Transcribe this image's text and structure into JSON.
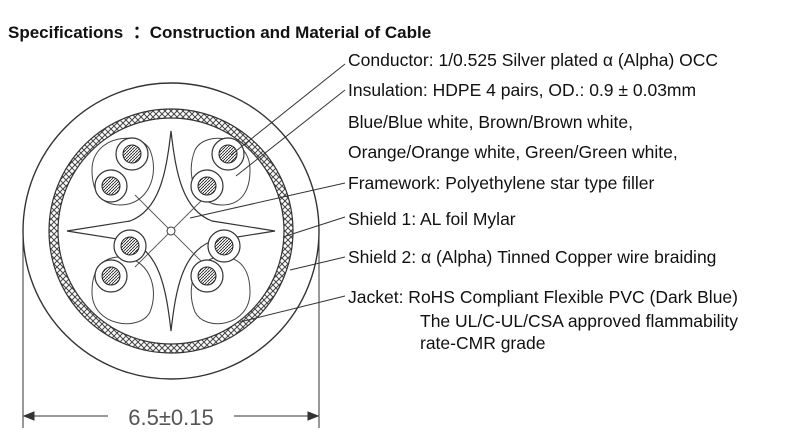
{
  "header": {
    "label": "Specifications",
    "separator": "：",
    "subtitle": "Construction and Material of Cable"
  },
  "specs": [
    {
      "id": "conductor",
      "text": "Conductor: 1/0.525 Silver plated α (Alpha) OCC"
    },
    {
      "id": "insulation",
      "text": "Insulation: HDPE 4 pairs, OD.: 0.9 ± 0.03mm"
    },
    {
      "id": "colors-1",
      "text": "Blue/Blue white, Brown/Brown white,"
    },
    {
      "id": "colors-2",
      "text": "Orange/Orange white, Green/Green white,"
    },
    {
      "id": "framework",
      "text": "Framework: Polyethylene star type filler"
    },
    {
      "id": "shield-1",
      "text": "Shield 1: AL foil Mylar"
    },
    {
      "id": "shield-2",
      "text": "Shield 2: α (Alpha) Tinned Copper wire braiding"
    },
    {
      "id": "jacket",
      "text": "Jacket: RoHS Compliant Flexible PVC (Dark Blue)"
    }
  ],
  "jacket_notes": [
    "The UL/C-UL/CSA approved flammability",
    "rate-CMR grade"
  ],
  "dimension": {
    "label": "6.5±0.15"
  },
  "colors": {
    "line": "#333333",
    "background": "#ffffff"
  }
}
